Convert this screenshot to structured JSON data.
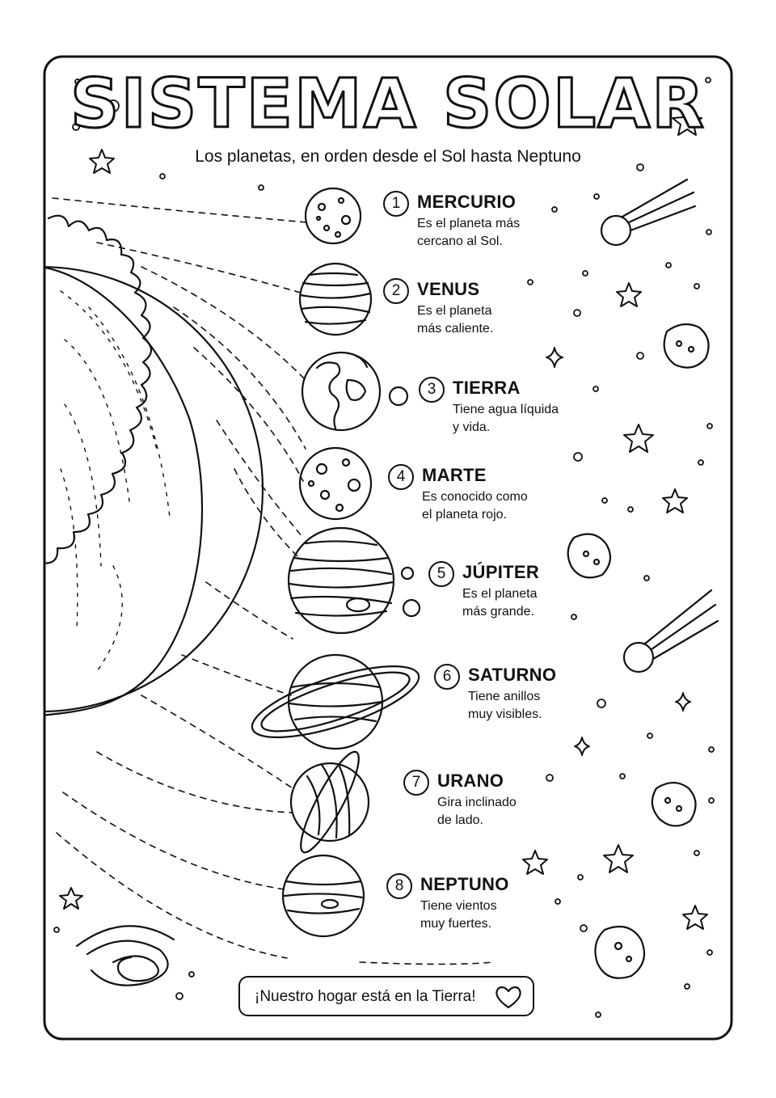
{
  "title": "SISTEMA SOLAR",
  "subtitle": "Los planetas, en orden desde el Sol hasta Neptuno",
  "planets": [
    {
      "number": "1",
      "name": "MERCURIO",
      "line1": "Es el planeta más",
      "line2": "cercano al Sol."
    },
    {
      "number": "2",
      "name": "VENUS",
      "line1": "Es el planeta",
      "line2": "más caliente."
    },
    {
      "number": "3",
      "name": "TIERRA",
      "line1": "Tiene agua líquida",
      "line2": "y vida."
    },
    {
      "number": "4",
      "name": "MARTE",
      "line1": "Es conocido como",
      "line2": "el planeta rojo."
    },
    {
      "number": "5",
      "name": "JÚPITER",
      "line1": "Es el planeta",
      "line2": "más grande."
    },
    {
      "number": "6",
      "name": "SATURNO",
      "line1": "Tiene anillos",
      "line2": "muy visibles."
    },
    {
      "number": "7",
      "name": "URANO",
      "line1": "Gira inclinado",
      "line2": "de lado."
    },
    {
      "number": "8",
      "name": "NEPTUNO",
      "line1": "Tiene vientos",
      "line2": "muy fuertes."
    }
  ],
  "footer": {
    "text": "¡Nuestro hogar está en la Tierra!",
    "icon": "heart-icon"
  },
  "colors": {
    "ink": "#111111",
    "paper": "#ffffff"
  }
}
